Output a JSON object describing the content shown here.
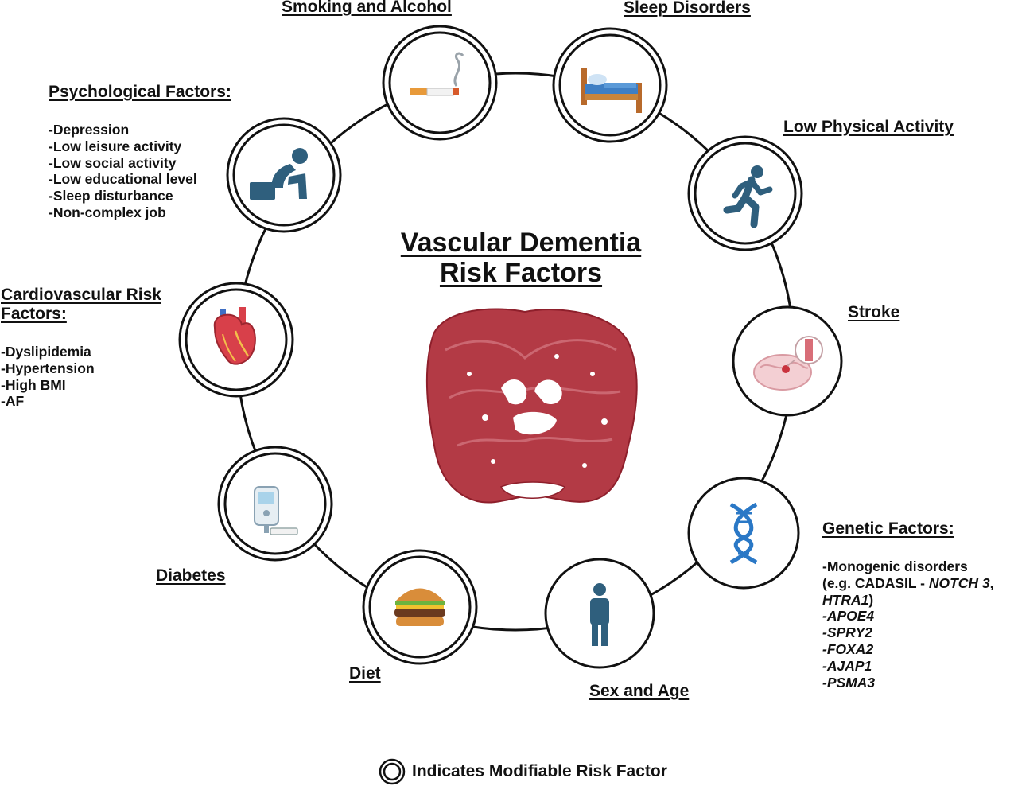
{
  "title": {
    "line1": "Vascular Dementia",
    "line2": "Risk Factors"
  },
  "factors": {
    "smoking": {
      "label": "Smoking and Alcohol",
      "icon": "cigarette-icon",
      "modifiable": true
    },
    "sleep": {
      "label": "Sleep Disorders",
      "icon": "bed-icon",
      "modifiable": true
    },
    "activity": {
      "label": "Low Physical Activity",
      "icon": "running-person-icon",
      "modifiable": true
    },
    "stroke": {
      "label": "Stroke",
      "icon": "brain-stroke-icon",
      "modifiable": false
    },
    "genetic": {
      "label": "Genetic Factors:",
      "icon": "dna-icon",
      "modifiable": false,
      "items": {
        "i0": "-Monogenic disorders",
        "i1a": "(e.g. CADASIL - ",
        "i1b": "NOTCH 3",
        "i1c": ",",
        "i2a": "HTRA1",
        "i2b": ")",
        "i3": "-APOE4",
        "i4": "-SPRY2",
        "i5": "-FOXA2",
        "i6": "-AJAP1",
        "i7": "-PSMA3"
      }
    },
    "sex_age": {
      "label": "Sex and Age",
      "icon": "person-icon",
      "modifiable": false
    },
    "diet": {
      "label": "Diet",
      "icon": "burger-icon",
      "modifiable": true
    },
    "diabetes": {
      "label": "Diabetes",
      "icon": "glucose-meter-icon",
      "modifiable": true
    },
    "cardio": {
      "label_line1": "Cardiovascular Risk",
      "label_line2": "Factors:",
      "icon": "heart-icon",
      "modifiable": true,
      "items": [
        "-Dyslipidemia",
        "-Hypertension",
        "-High BMI",
        "-AF"
      ]
    },
    "psych": {
      "label": "Psychological Factors:",
      "icon": "distressed-person-icon",
      "modifiable": true,
      "items": [
        "-Depression",
        "-Low leisure activity",
        "-Low social activity",
        "-Low educational level",
        "-Sleep disturbance",
        "-Non-complex job"
      ]
    }
  },
  "legend": {
    "text": "Indicates Modifiable Risk Factor",
    "icon": "double-circle-icon"
  },
  "colors": {
    "icon_blue": "#2f5f7d",
    "brain_red": "#b33a45",
    "outline": "#111111"
  }
}
